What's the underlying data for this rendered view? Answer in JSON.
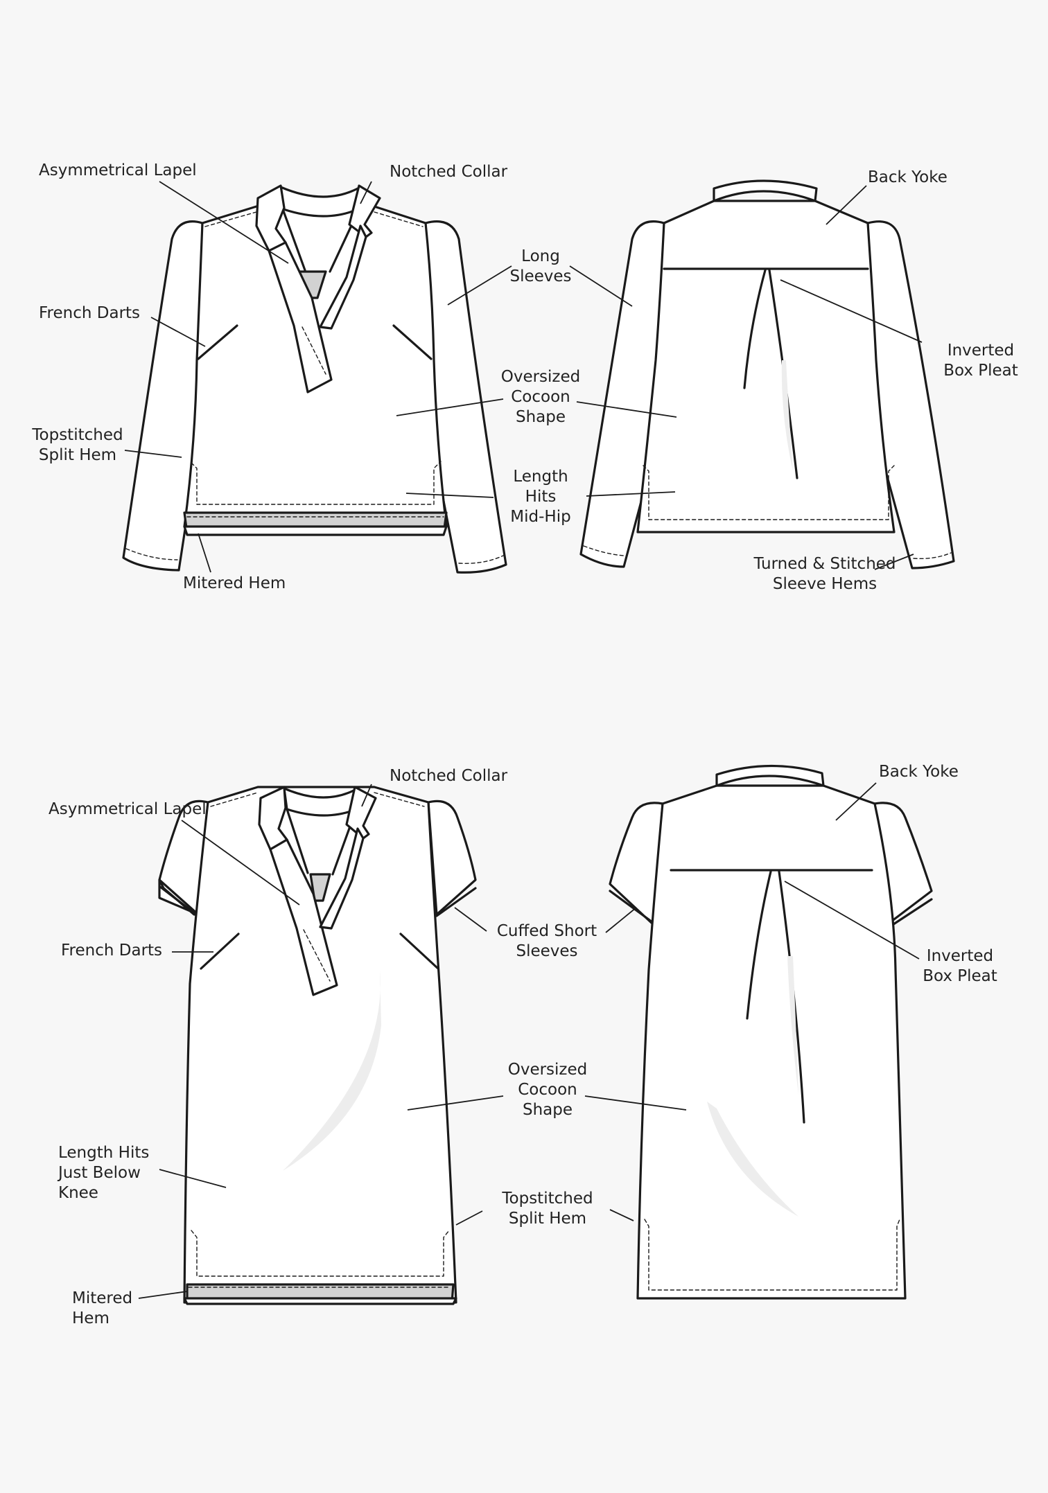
{
  "top": {
    "front": {
      "asymmetrical_lapel": "Asymmetrical Lapel",
      "notched_collar": "Notched Collar",
      "french_darts": "French Darts",
      "topstitched_split_hem": "Topstitched\nSplit Hem",
      "mitered_hem": "Mitered Hem"
    },
    "shared": {
      "long_sleeves": "Long\nSleeves",
      "oversized_cocoon_shape": "Oversized\nCocoon\nShape",
      "length": "Length\nHits\nMid-Hip"
    },
    "back": {
      "back_yoke": "Back Yoke",
      "inverted_box_pleat": "Inverted\nBox Pleat",
      "sleeve_hems": "Turned & Stitched\nSleeve Hems"
    }
  },
  "dress": {
    "front": {
      "notched_collar": "Notched Collar",
      "asymmetrical_lapel": "Asymmetrical Lapel",
      "french_darts": "French Darts",
      "length": "Length Hits\nJust Below\nKnee",
      "mitered_hem": "Mitered\nHem"
    },
    "shared": {
      "cuffed_short_sleeves": "Cuffed Short\nSleeves",
      "oversized_cocoon_shape": "Oversized\nCocoon\nShape",
      "topstitched_split_hem": "Topstitched\nSplit Hem"
    },
    "back": {
      "back_yoke": "Back Yoke",
      "inverted_box_pleat": "Inverted\nBox Pleat"
    }
  },
  "colors": {
    "background": "#f7f7f7",
    "line": "#1a1a1a",
    "fill": "#ffffff",
    "placket_gray": "#d2d2d2"
  }
}
